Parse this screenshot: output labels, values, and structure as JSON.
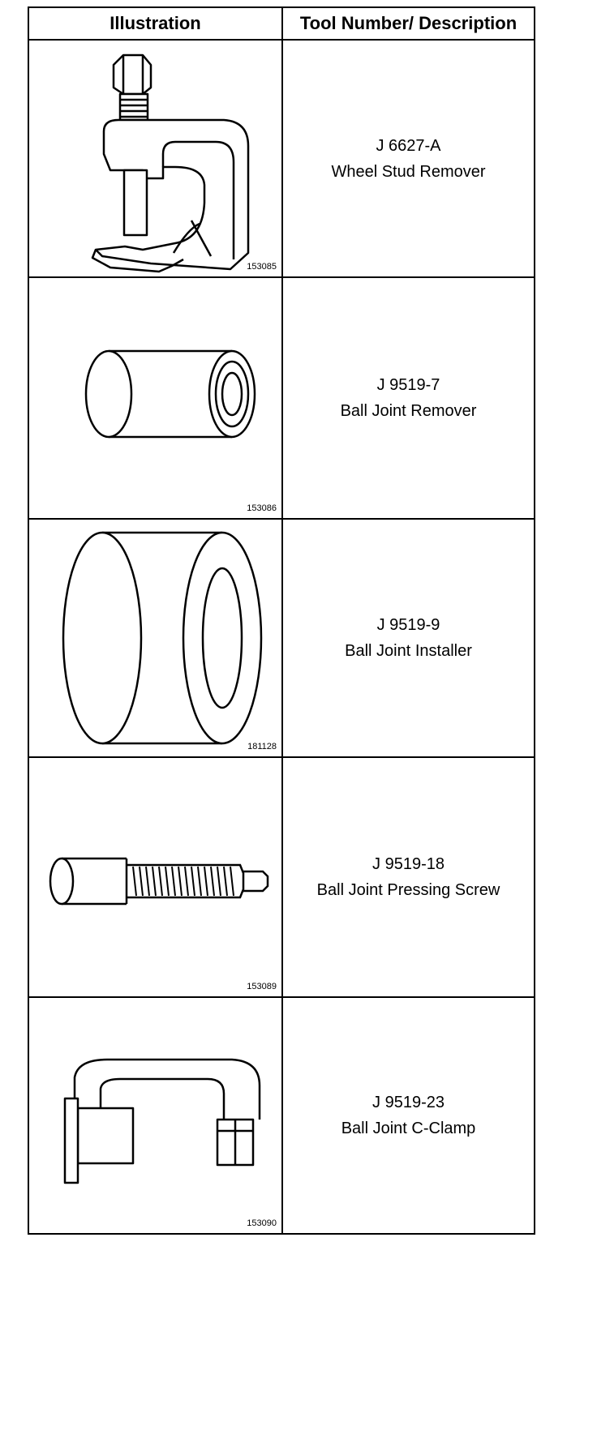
{
  "table": {
    "header_illustration": "Illustration",
    "header_description": "Tool Number/ Description"
  },
  "tools": [
    {
      "number": "J 6627-A",
      "name": "Wheel Stud Remover",
      "figure": "153085",
      "icon": "wheel-stud-remover-illustration"
    },
    {
      "number": "J 9519-7",
      "name": "Ball Joint Remover",
      "figure": "153086",
      "icon": "ball-joint-remover-illustration"
    },
    {
      "number": "J 9519-9",
      "name": "Ball Joint Installer",
      "figure": "181128",
      "icon": "ball-joint-installer-illustration"
    },
    {
      "number": "J 9519-18",
      "name": "Ball Joint Pressing Screw",
      "figure": "153089",
      "icon": "pressing-screw-illustration"
    },
    {
      "number": "J 9519-23",
      "name": "Ball Joint C-Clamp",
      "figure": "153090",
      "icon": "c-clamp-illustration"
    }
  ]
}
